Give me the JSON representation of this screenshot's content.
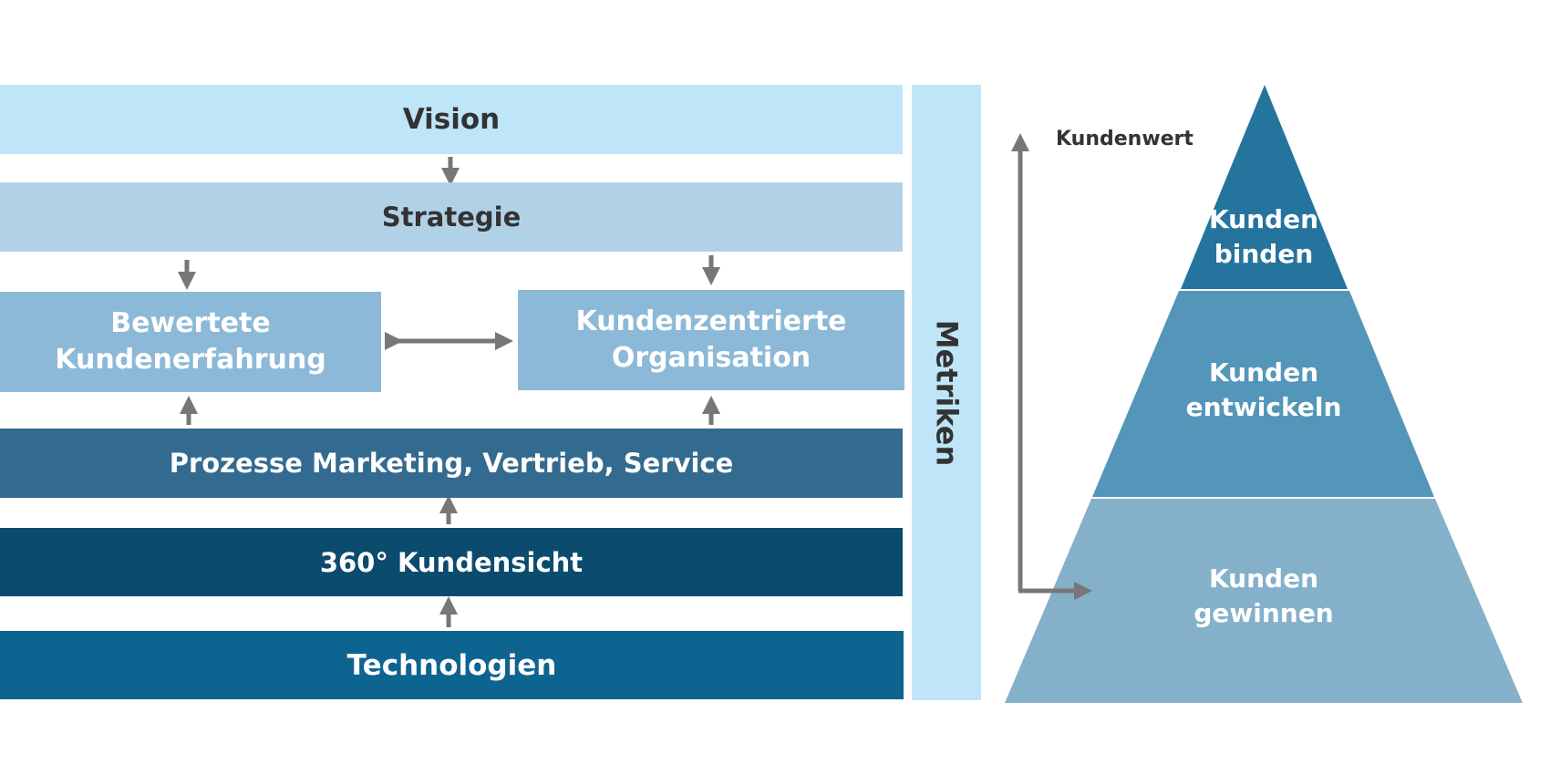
{
  "layers": {
    "vision": "Vision",
    "strategie": "Strategie",
    "bewertete": [
      "Bewertete",
      "Kundenerfahrung"
    ],
    "kundenzentrierte": [
      "Kundenzentrierte",
      "Organisation"
    ],
    "prozesse": "Prozesse Marketing, Vertrieb, Service",
    "kundensicht": "360° Kundensicht",
    "technologien": "Technologien"
  },
  "metriken": "Metriken",
  "pyramid": {
    "axis_label": "Kundenwert",
    "top": [
      "Kunden",
      "binden"
    ],
    "middle": [
      "Kunden",
      "entwickeln"
    ],
    "bottom": [
      "Kunden",
      "gewinnen"
    ]
  },
  "colors": {
    "vision": "#bee6f8",
    "strategie": "#b1d2e6",
    "mid_boxes": "#8cb9d7",
    "prozesse": "#336a8f",
    "kundensicht": "#0b4b6e",
    "technologien": "#0e6491",
    "pyramid_top": "#25749e",
    "pyramid_middle": "#5496b9",
    "pyramid_bottom": "#85b0c9",
    "arrow": "#777777"
  }
}
